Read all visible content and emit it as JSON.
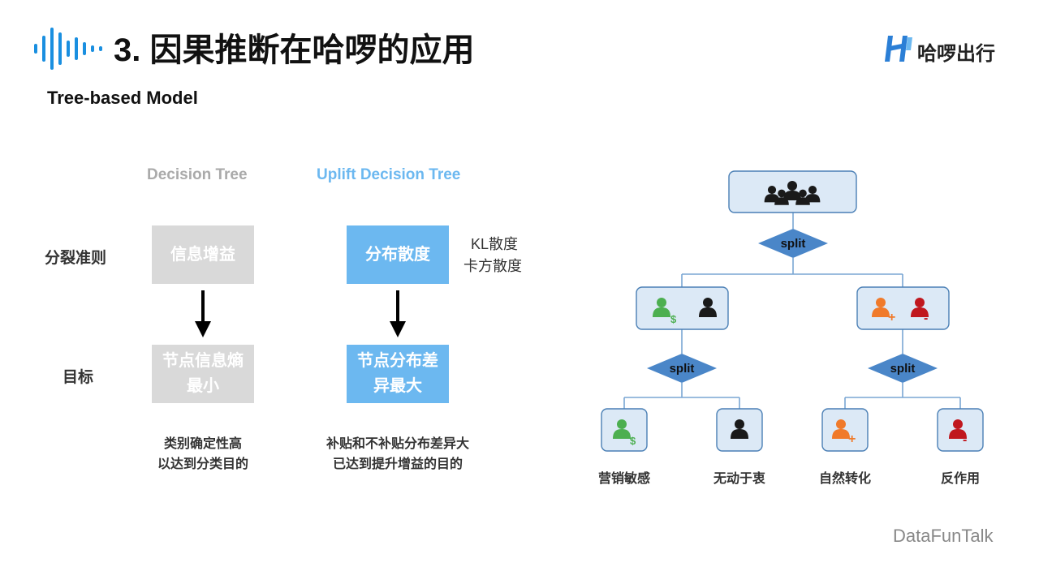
{
  "header": {
    "title": "3. 因果推断在哈啰的应用",
    "subtitle": "Tree-based Model",
    "brand": "哈啰出行"
  },
  "comparison": {
    "decision_tree": {
      "heading": "Decision Tree",
      "criterion": "信息增益",
      "goal": "节点信息熵\n最小",
      "caption_line1": "类别确定性高",
      "caption_line2": "以达到分类目的"
    },
    "uplift_tree": {
      "heading": "Uplift Decision Tree",
      "criterion": "分布散度",
      "criterion_note_line1": "KL散度",
      "criterion_note_line2": "卡方散度",
      "goal": "节点分布差\n异最大",
      "caption_line1": "补贴和不补贴分布差异大",
      "caption_line2": "已达到提升增益的目的"
    },
    "row_labels": {
      "split_rule": "分裂准则",
      "goal": "目标"
    }
  },
  "tree": {
    "split_label": "split",
    "leaves": [
      "营销敏感",
      "无动于衷",
      "自然转化",
      "反作用"
    ]
  },
  "footer": {
    "watermark": "DataFunTalk"
  },
  "colors": {
    "accent_blue": "#6cb8f0",
    "gray_box": "#d9d9d9",
    "node_fill": "#dce9f6",
    "node_border": "#4a7fb5",
    "diamond": "#4a86c8",
    "green_person": "#4caf50",
    "orange_person": "#f07a2a",
    "red_person": "#c0171e"
  }
}
